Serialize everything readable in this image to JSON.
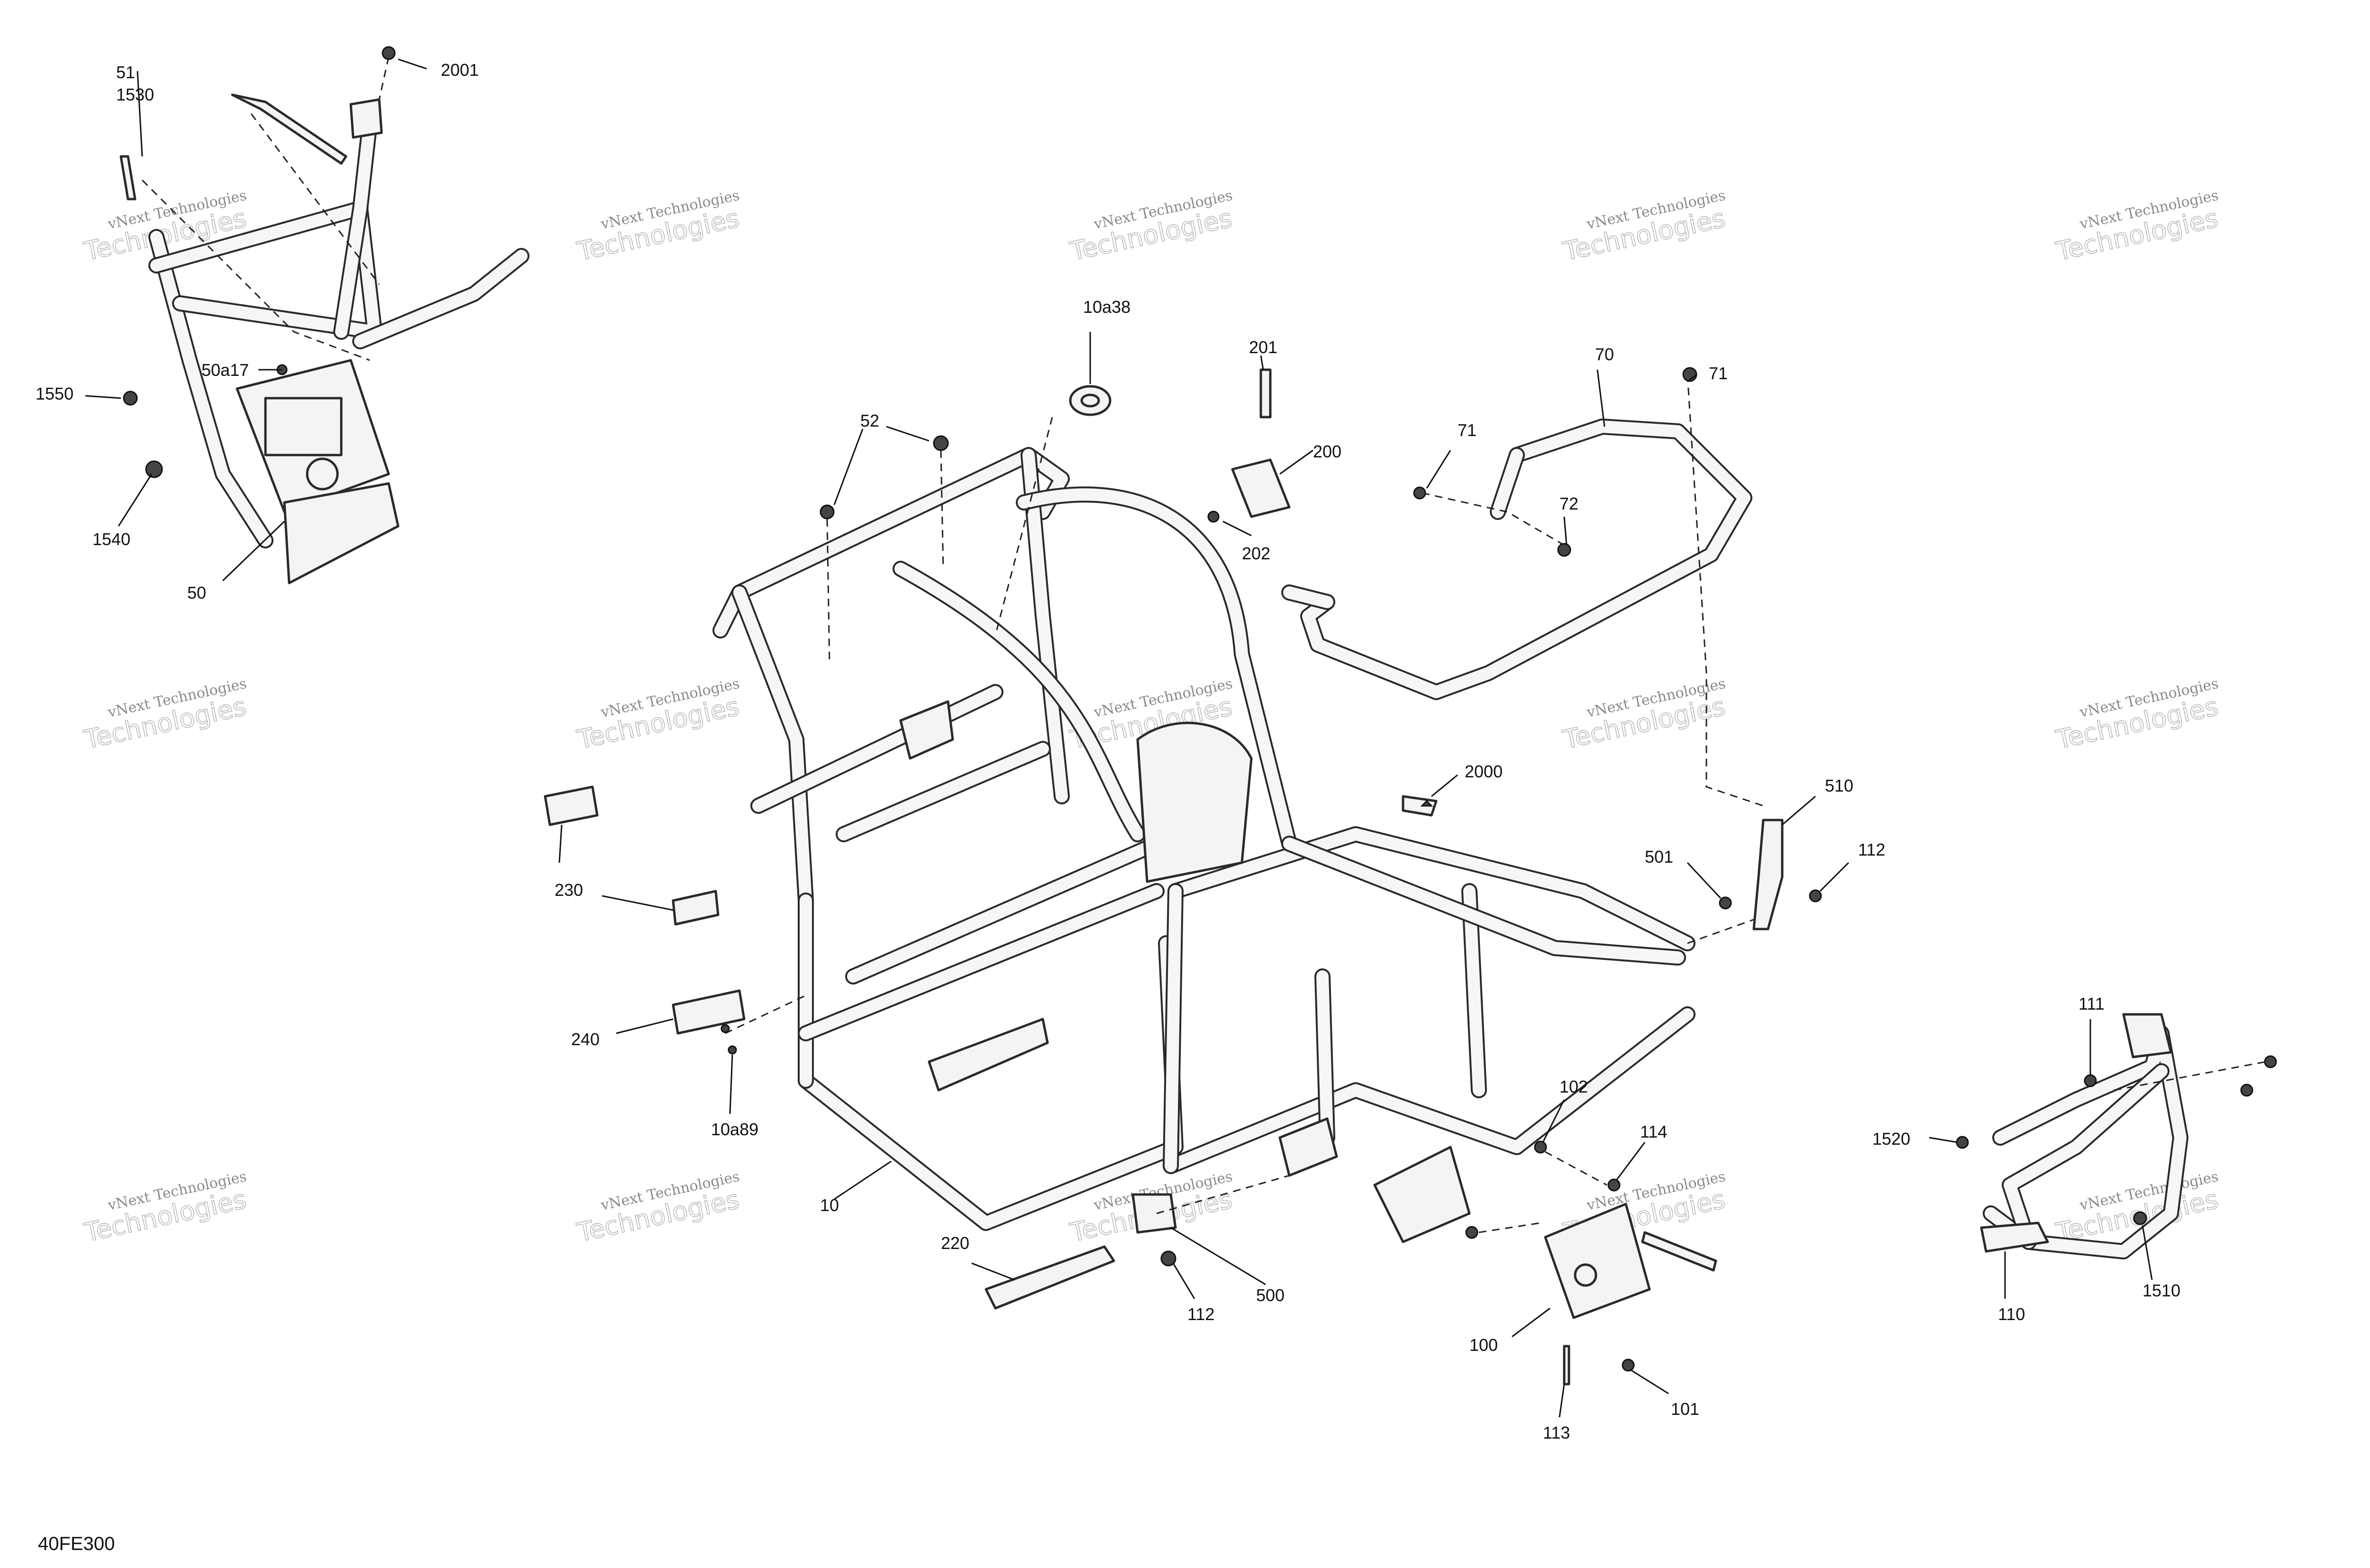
{
  "drawing_code": "40FE300",
  "watermark": {
    "line1": "vNext Technologies",
    "line2": "Technologies"
  },
  "labels": {
    "p51": "51",
    "p1530": "1530",
    "p2001": "2001",
    "p50a17": "50a17",
    "p1550": "1550",
    "p1540": "1540",
    "p50": "50",
    "p10a38": "10a38",
    "p52": "52",
    "p201": "201",
    "p200": "200",
    "p202": "202",
    "p70": "70",
    "p71a": "71",
    "p71b": "71",
    "p72": "72",
    "p2000": "2000",
    "p510": "510",
    "p501": "501",
    "p112a": "112",
    "p230": "230",
    "p240": "240",
    "p10a89": "10a89",
    "p10": "10",
    "p111": "111",
    "p1520": "1520",
    "p102": "102",
    "p114": "114",
    "p220": "220",
    "p112b": "112",
    "p500": "500",
    "p100": "100",
    "p101": "101",
    "p113": "113",
    "p110": "110",
    "p1510": "1510"
  },
  "colors": {
    "line": "#2a2a2a",
    "fill": "#f4f4f4",
    "watermark": "#9a9a9a"
  }
}
